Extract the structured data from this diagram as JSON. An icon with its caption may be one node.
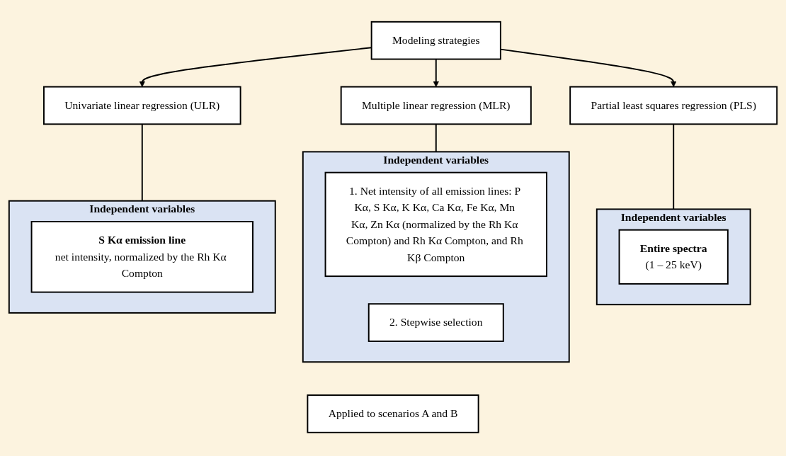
{
  "diagram": {
    "nodes": [
      {
        "text": [
          "Modeling strategies"
        ]
      },
      {
        "text": [
          "Univariate linear regression (ULR)"
        ]
      },
      {
        "text": [
          "Multiple linear regression (MLR)"
        ]
      },
      {
        "text": [
          "Partial least squares regression (PLS)"
        ]
      },
      {
        "text": [
          "Independent variables"
        ]
      },
      {
        "text": [
          "S Kα emission line",
          "net intensity, normalized by the Rh Kα Compton"
        ],
        "in": 4
      },
      {
        "text": [
          "Independent variables"
        ]
      },
      {
        "text": [
          "1. Net intensity of all emission lines: P Kα, S Kα, K Kα, Ca Kα, Fe Kα, Mn Kα, Zn Kα (normalized by the Rh Kα Compton) and Rh Kα Compton, and Rh Kβ Compton"
        ],
        "in": 6
      },
      {
        "text": [
          "2. Stepwise selection"
        ],
        "in": 6
      },
      {
        "text": [
          "Independent variables"
        ]
      },
      {
        "text": [
          "Entire spectra",
          "(1 – 25 keV)"
        ],
        "in": 9
      },
      {
        "text": [
          "Applied to scenarios A and B"
        ]
      }
    ],
    "edges": [
      {
        "from": 0,
        "to": 1,
        "arrow": "to"
      },
      {
        "from": 0,
        "to": 2,
        "arrow": "to"
      },
      {
        "from": 0,
        "to": 3,
        "arrow": "to"
      },
      {
        "from": 1,
        "to": 4,
        "arrow": "none"
      },
      {
        "from": 2,
        "to": 6,
        "arrow": "none"
      },
      {
        "from": 3,
        "to": 9,
        "arrow": "none"
      }
    ]
  }
}
